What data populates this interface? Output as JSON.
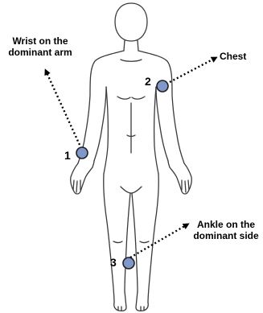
{
  "colors": {
    "marker_fill": "#7f97c9",
    "marker_stroke": "#1f1f1f",
    "outline": "#3a3a3a",
    "text": "#000000"
  },
  "sensors": [
    {
      "number": "1",
      "label_lines": [
        "Wrist on the",
        "dominant arm"
      ]
    },
    {
      "number": "2",
      "label_lines": [
        "Chest"
      ]
    },
    {
      "number": "3",
      "label_lines": [
        "Ankle on the",
        "dominant side"
      ]
    }
  ]
}
